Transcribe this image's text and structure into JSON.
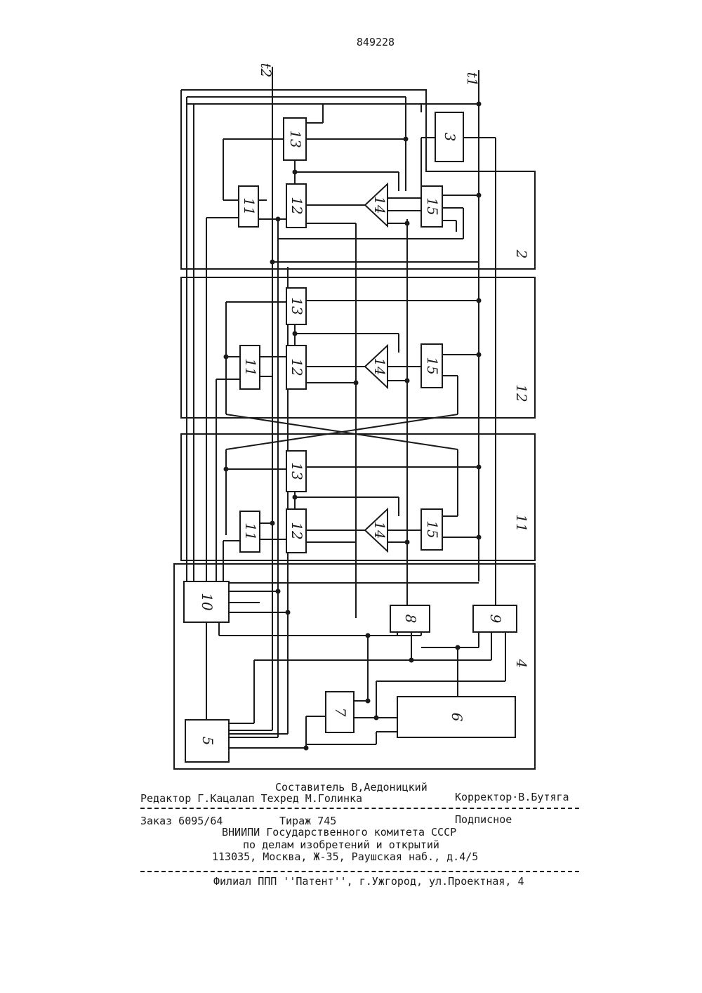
{
  "patent_number": "849228",
  "inputs": {
    "t2": "t2",
    "t1": "t1"
  },
  "units": {
    "unit_2": "2",
    "unit_1_2": "12",
    "unit_1_1": "11",
    "unit_4": "4"
  },
  "blocks": {
    "b3": "3",
    "b5": "5",
    "b6": "6",
    "b7": "7",
    "b8": "8",
    "b9": "9",
    "b10": "10",
    "b11": "11",
    "b12": "12",
    "b13": "13",
    "b14": "14",
    "b15": "15"
  },
  "footer": {
    "compiler": "Составитель В,Аедоницкий",
    "editor_line": "Редактор Г.Кацалап Техред М.Голинка",
    "corrector": "Корректор·В.Бутяга",
    "order": "Заказ 6095/64",
    "circulation": "Тираж 745",
    "subscription": "Подписное",
    "institute_1": "ВНИИПИ Государственного комитета СССР",
    "institute_2": "по делам изобретений и открытий",
    "address": "113035, Москва, Ж-35, Раушская наб., д.4/5",
    "branch": "Филиал ППП ''Патент'', г.Ужгород, ул.Проектная, 4"
  }
}
